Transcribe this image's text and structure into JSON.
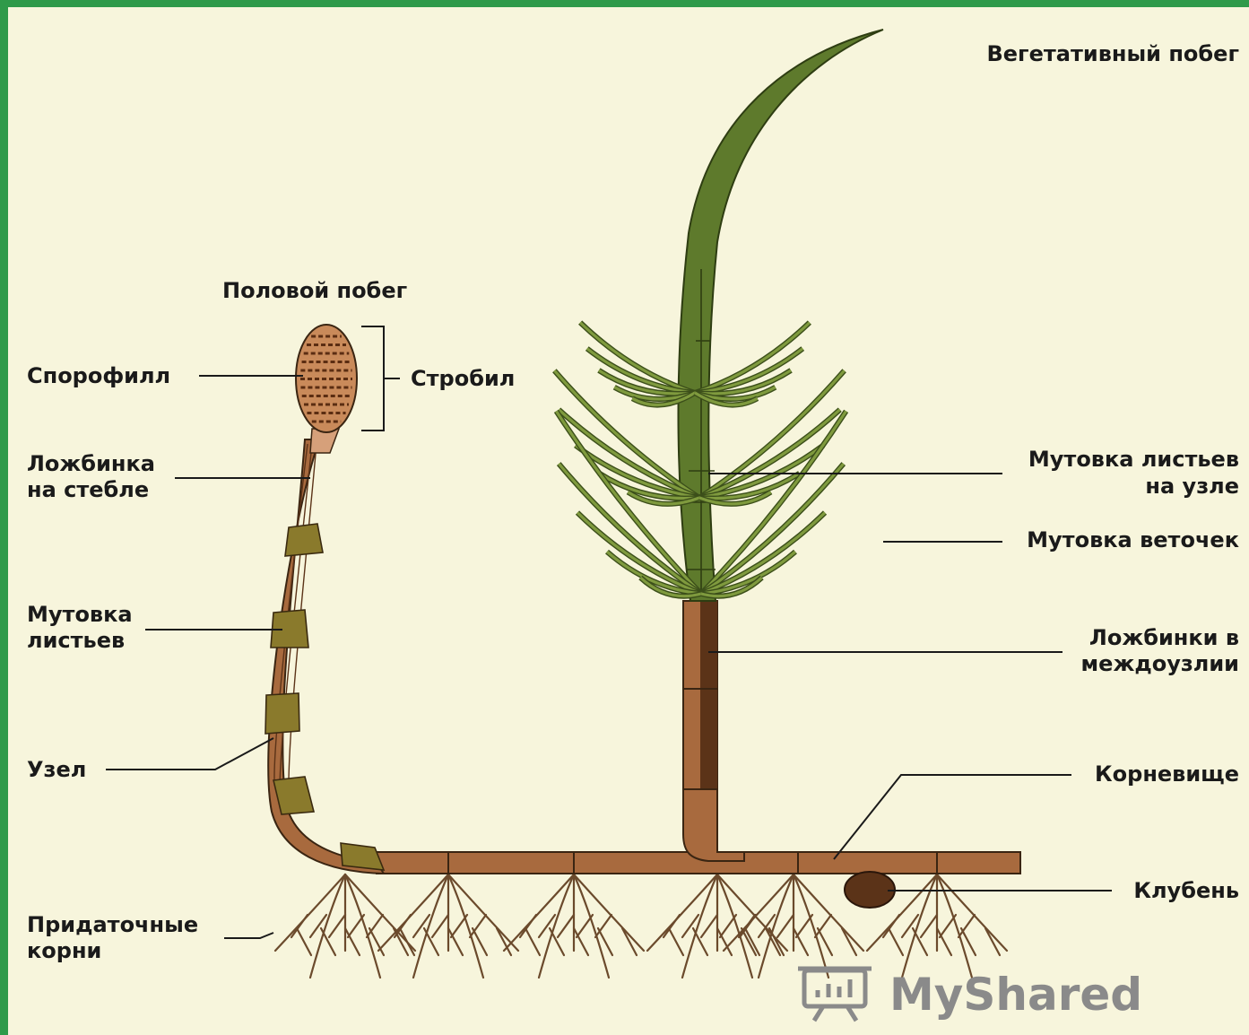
{
  "labels": {
    "vegetative_shoot": "Вегетативный побег",
    "sexual_shoot": "Половой побег",
    "sporophyll": "Спорофилл",
    "strobilus": "Стробил",
    "stem_groove_1": "Ложбинка",
    "stem_groove_2": "на стебле",
    "leaf_whorl_1": "Мутовка",
    "leaf_whorl_2": "листьев",
    "node": "Узел",
    "adventitious_roots_1": "Придаточные",
    "adventitious_roots_2": "корни",
    "leaf_whorl_node_1": "Мутовка листьев",
    "leaf_whorl_node_2": "на узле",
    "branch_whorl": "Мутовка веточек",
    "internode_grooves_1": "Ложбинки в",
    "internode_grooves_2": "междоузлии",
    "rhizome": "Корневище",
    "tuber": "Клубень"
  },
  "watermark": {
    "text": "MyShared"
  },
  "colors": {
    "background": "#f7f5dc",
    "frame": "#2f9a4a",
    "stem_brown": "#a86a3e",
    "stem_dark": "#5b3318",
    "green": "#5e7a2c",
    "light_green": "#7f9a3e"
  }
}
